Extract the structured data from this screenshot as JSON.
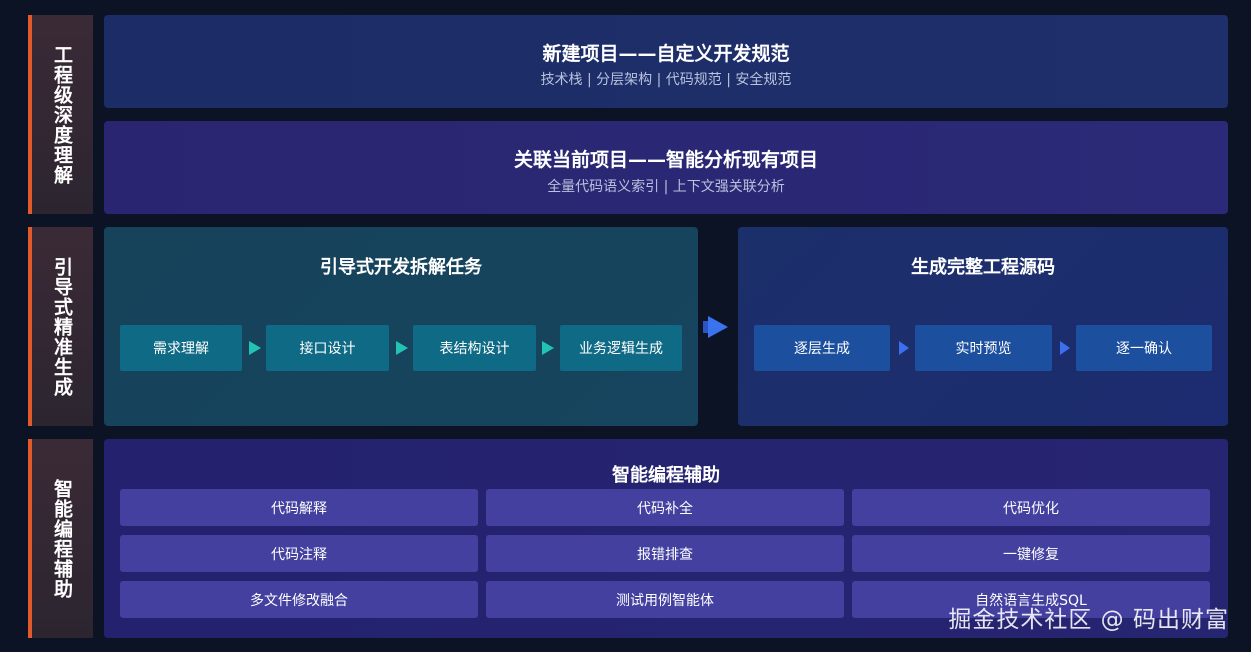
{
  "sidebar": {
    "sections": [
      {
        "label": "工程级深度理解"
      },
      {
        "label": "引导式精准生成"
      },
      {
        "label": "智能编程辅助"
      }
    ]
  },
  "new_project": {
    "title": "新建项目——自定义开发规范",
    "subtitle": "技术栈 | 分层架构 | 代码规范 | 安全规范"
  },
  "associate_project": {
    "title": "关联当前项目——智能分析现有项目",
    "subtitle": "全量代码语义索引 | 上下文强关联分析"
  },
  "guided_dev": {
    "title": "引导式开发拆解任务",
    "steps": [
      "需求理解",
      "接口设计",
      "表结构设计",
      "业务逻辑生成"
    ]
  },
  "generate_code": {
    "title": "生成完整工程源码",
    "steps": [
      "逐层生成",
      "实时预览",
      "逐一确认"
    ]
  },
  "assist": {
    "title": "智能编程辅助",
    "grid": [
      [
        "代码解释",
        "代码补全",
        "代码优化"
      ],
      [
        "代码注释",
        "报错排查",
        "一键修复"
      ],
      [
        "多文件修改融合",
        "测试用例智能体",
        "自然语言生成SQL"
      ]
    ]
  },
  "watermark": "掘金技术社区 @ 码出财富",
  "colors": {
    "background": "#0c1324",
    "accent_bar": "#e05a2b",
    "teal_step": "#0f6a86",
    "blue_step": "#1c4f9e",
    "grid_cell": "#4340a0"
  }
}
